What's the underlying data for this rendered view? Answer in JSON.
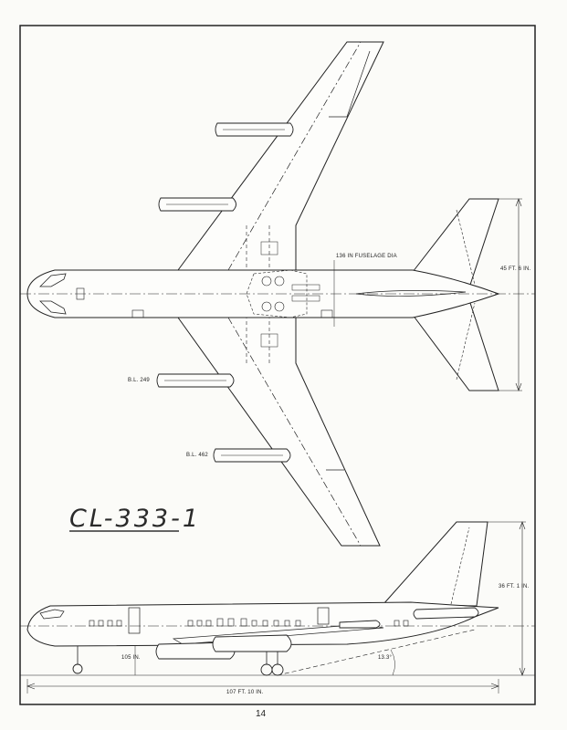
{
  "drawing": {
    "title": "CL-333-1",
    "page_number": "14",
    "plan_view": {
      "fuselage_dia_label": "136 IN FUSELAGE DIA",
      "span_label": "45 FT. 6 IN.",
      "bl_inner_label": "B.L. 249",
      "bl_outer_label": "B.L. 462"
    },
    "side_view": {
      "height_label": "36 FT. 1 IN.",
      "ground_clearance_label": "105 IN.",
      "angle_label": "13.3°",
      "length_label": "107 FT. 10 IN."
    }
  }
}
